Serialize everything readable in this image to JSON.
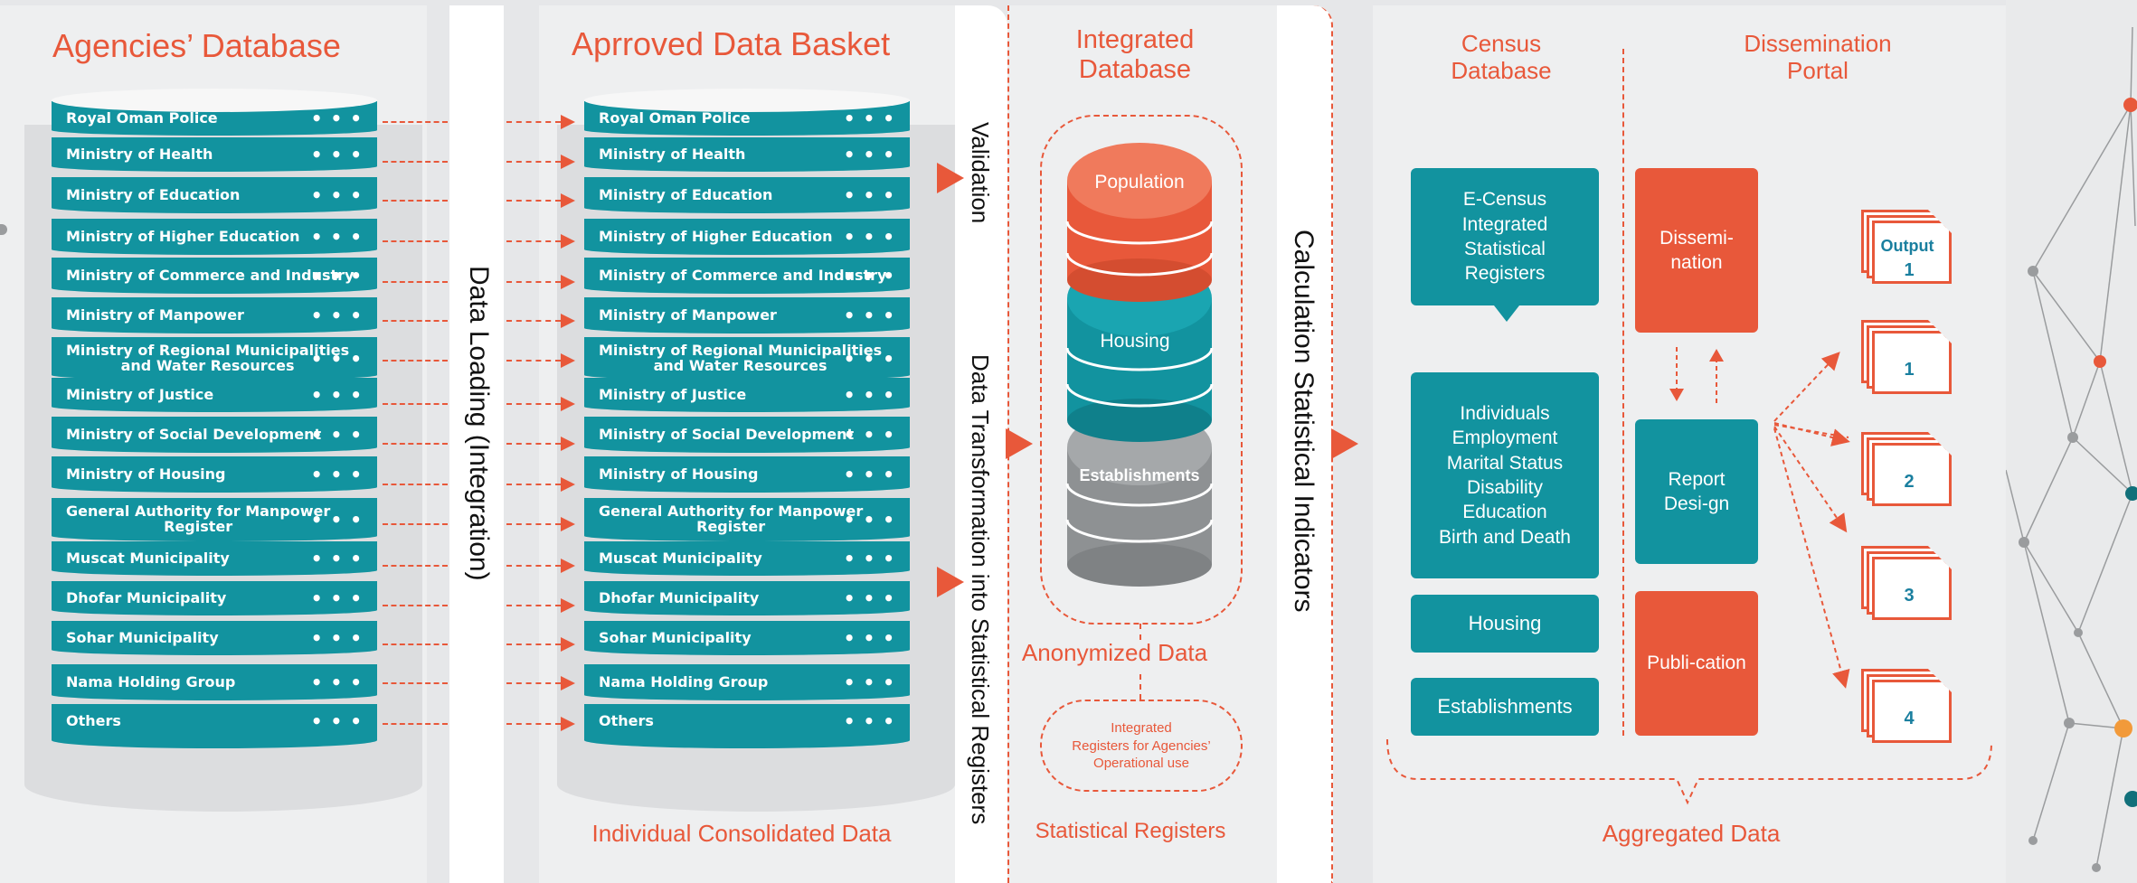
{
  "titles": {
    "agencies_database": "Agencies’ Database",
    "approved_basket": "Aprroved Data Basket",
    "integrated_database": "Integrated\nDatabase",
    "census_database": "Census\nDatabase",
    "dissemination_portal": "Dissemination\nPortal"
  },
  "vertical_labels": {
    "data_loading": "Data Loading (Integration)",
    "validation": "Validation",
    "data_transformation": "Data Transformation into Statistical Registers",
    "calculation": "Calculation Statistical Indicators"
  },
  "agencies": [
    "Royal Oman Police",
    "Ministry of Health",
    "Ministry of Education",
    "Ministry of Higher Education",
    "Ministry of Commerce and Industry",
    "Ministry of Manpower",
    "Ministry of Regional Municipalities\nand Water Resources",
    "Ministry of Justice",
    "Ministry of Social Development",
    "Ministry of Housing",
    "General Authority for Manpower\nRegister",
    "Muscat Municipality",
    "Dhofar Municipality",
    "Sohar Municipality",
    "Nama Holding Group",
    "Others"
  ],
  "row_dots": "• • •",
  "integrated_db": {
    "population": "Population",
    "housing": "Housing",
    "establishments": "Establishments",
    "anonymized": "Anonymized Data",
    "bubble": "Integrated\nRegisters for Agencies’\nOperational use"
  },
  "census": {
    "ecensus": "E-Census\nIntegrated\nStatistical\nRegisters",
    "individuals": "Individuals\nEmployment\nMarital Status\nDisability\nEducation\nBirth and Death",
    "housing": "Housing",
    "establishments": "Establishments"
  },
  "portal": {
    "dissemination": "Dissemi-\nnation",
    "report_design": "Report\nDesi-gn",
    "publication": "Publi-cation",
    "output_label": "Output",
    "outputs": [
      "1",
      "1",
      "2",
      "3",
      "4"
    ]
  },
  "bottom_labels": {
    "individual_consolidated": "Individual Consolidated Data",
    "statistical_registers": "Statistical Registers",
    "aggregated": "Aggregated Data"
  },
  "colors": {
    "accent_orange": "#e8583a",
    "teal": "#12939f",
    "grey": "#8e9193"
  }
}
